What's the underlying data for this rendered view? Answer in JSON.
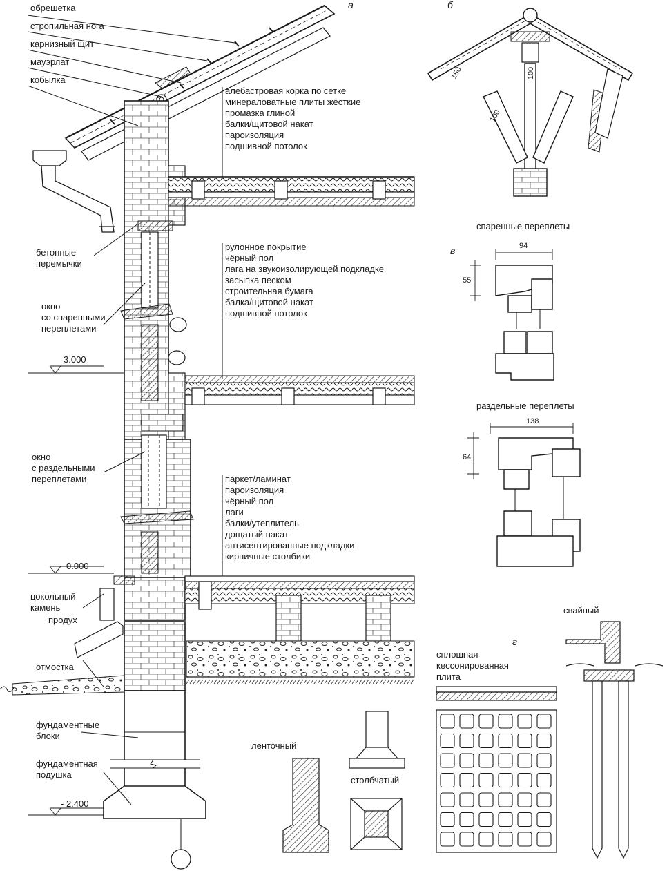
{
  "panels": {
    "a": "а",
    "b": "б",
    "v": "в",
    "g": "г"
  },
  "roof_labels": [
    "обрешетка",
    "стропильная нога",
    "карнизный щит",
    "мауэрлат",
    "кобылка"
  ],
  "wall_labels": {
    "lintels": [
      "бетонные",
      "перемычки"
    ],
    "window_paired": [
      "окно",
      "со спаренными",
      "переплетами"
    ],
    "window_separate": [
      "окно",
      "с раздельными",
      "переплетами"
    ],
    "plinth": [
      "цокольный",
      "камень"
    ],
    "vent": "продух",
    "blind_area": "отмостка",
    "blocks": [
      "фундаментные",
      "блоки"
    ],
    "cushion": [
      "фундаментная",
      "подушка"
    ]
  },
  "levels": {
    "l1": "3.000",
    "l0": "0.000",
    "l2": "- 2.400"
  },
  "attic_layers": [
    "алебастровая корка по сетке",
    "минераловатные плиты жёсткие",
    "промазка глиной",
    "балки/щитовой накат",
    "пароизоляция",
    "подшивной потолок"
  ],
  "floor_layers": [
    "рулонное покрытие",
    "чёрный пол",
    "лага на звукоизолирующей подкладке",
    "засыпка песком",
    "строительная бумага",
    "балка/щитовой накат",
    "подшивной потолок"
  ],
  "ground_layers": [
    "паркет/ламинат",
    "пароизоляция",
    "чёрный пол",
    "лаги",
    "балки/утеплитель",
    "дощатый накат",
    "антисептированные подкладки",
    "кирпичные столбики"
  ],
  "truss_dims": {
    "d150": "150",
    "d100a": "100",
    "d100b": "100"
  },
  "paired_frames": {
    "title": "спаренные переплеты",
    "w": "94",
    "h": "55"
  },
  "separate_frames": {
    "title": "раздельные переплеты",
    "w": "138",
    "h": "64"
  },
  "foundations": {
    "strip": "ленточный",
    "column": "столбчатый",
    "pile": "свайный",
    "slab": [
      "сплошная",
      "кессонированная",
      "плита"
    ]
  }
}
